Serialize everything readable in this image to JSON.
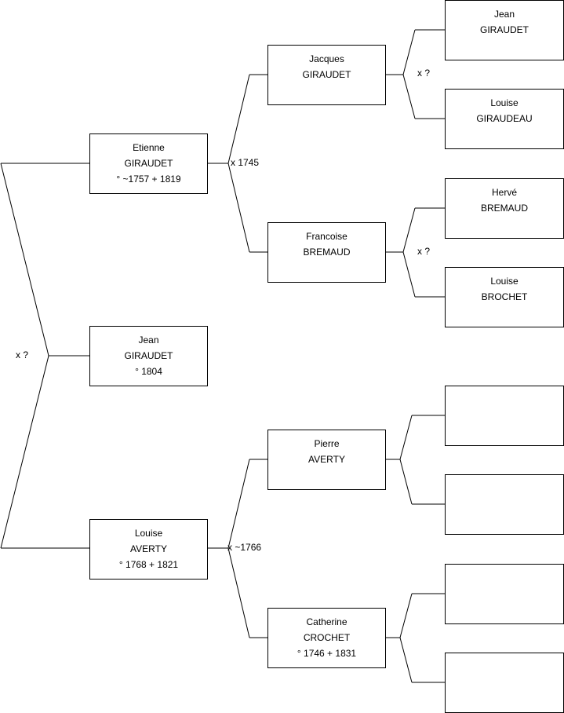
{
  "persons": {
    "root": {
      "first": "Jean",
      "last": "GIRAUDET",
      "dates": "° 1804"
    },
    "father": {
      "first": "Etienne",
      "last": "GIRAUDET",
      "dates": "° ~1757 + 1819"
    },
    "mother": {
      "first": "Louise",
      "last": "AVERTY",
      "dates": "° 1768 + 1821"
    },
    "ff": {
      "first": "Jacques",
      "last": "GIRAUDET",
      "dates": ""
    },
    "fm": {
      "first": "Francoise",
      "last": "BREMAUD",
      "dates": ""
    },
    "mf": {
      "first": "Pierre",
      "last": "AVERTY",
      "dates": ""
    },
    "mm": {
      "first": "Catherine",
      "last": "CROCHET",
      "dates": "° 1746 + 1831"
    },
    "fff": {
      "first": "Jean",
      "last": "GIRAUDET",
      "dates": ""
    },
    "ffm": {
      "first": "Louise",
      "last": "GIRAUDEAU",
      "dates": ""
    },
    "fmf": {
      "first": "Hervé",
      "last": "BREMAUD",
      "dates": ""
    },
    "fmm": {
      "first": "Louise",
      "last": "BROCHET",
      "dates": ""
    },
    "mff": {
      "first": "",
      "last": "",
      "dates": ""
    },
    "mfm": {
      "first": "",
      "last": "",
      "dates": ""
    },
    "mmf": {
      "first": "",
      "last": "",
      "dates": ""
    },
    "mmm": {
      "first": "",
      "last": "",
      "dates": ""
    }
  },
  "marriages": {
    "root_parents": "x ?",
    "father_parents": "x 1745",
    "mother_parents": "x ~1766",
    "ff_parents": "x ?",
    "fm_parents": "x ?",
    "mf_parents": "",
    "mm_parents": ""
  }
}
